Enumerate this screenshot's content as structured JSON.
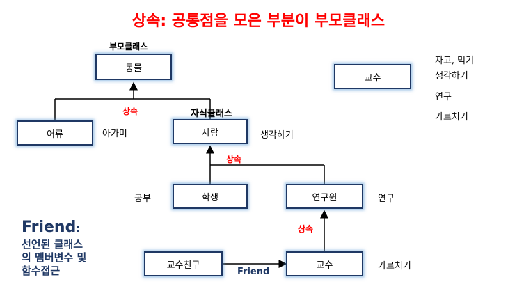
{
  "title": "상속: 공통점을 모은 부분이 부모클래스",
  "labels": {
    "parent_class": "부모클래스",
    "child_class": "자식클래스",
    "inherit_top": "상속",
    "inherit_mid": "상속",
    "inherit_bottom": "상속",
    "friend_arrow": "Friend"
  },
  "boxes": {
    "animal": "동물",
    "fish": "어류",
    "person": "사람",
    "student": "학생",
    "researcher": "연구원",
    "professor_friend": "교수친구",
    "professor": "교수",
    "professor_standalone": "교수"
  },
  "annotations": {
    "fish_action": "아가미",
    "person_action": "생각하기",
    "student_action": "공부",
    "researcher_action": "연구",
    "professor_action": "가르치기"
  },
  "standalone_list": [
    "자고, 먹기",
    "생각하기",
    "연구",
    "가르치기"
  ],
  "friend_note": {
    "heading": "Friend",
    "colon": ":",
    "lines": [
      "선언된 클래스",
      "의 멤버변수 및",
      "함수접근"
    ]
  },
  "colors": {
    "title": "#ff0000",
    "box_border": "#1f3864",
    "box_glow": "#5b9bd5",
    "friend_note": "#1f3864"
  }
}
